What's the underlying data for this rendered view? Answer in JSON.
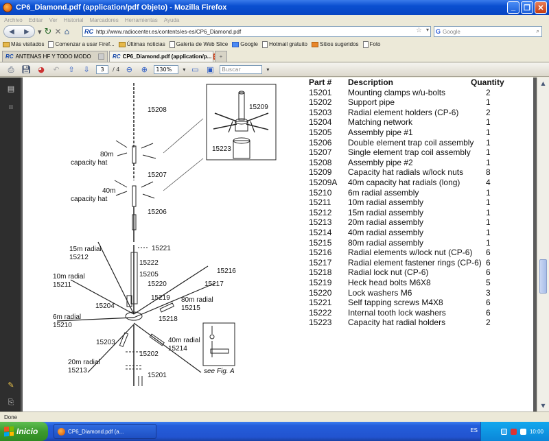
{
  "window": {
    "title": "CP6_Diamond.pdf (application/pdf Objeto) - Mozilla Firefox"
  },
  "menu": [
    "Archivo",
    "Editar",
    "Ver",
    "Historial",
    "Marcadores",
    "Herramientas",
    "Ayuda"
  ],
  "nav": {
    "url": "http://www.radiocenter.es/contents/es-es/CP6_Diamond.pdf",
    "url_prefix": "RC",
    "search_engine": "G",
    "search_placeholder": "Google"
  },
  "bookmarks": [
    "Más visitados",
    "Comenzar a usar Firef...",
    "Últimas noticias",
    "Galería de Web Slice",
    "Google",
    "Hotmail gratuito",
    "Sitios sugeridos",
    "Foto"
  ],
  "tabs": [
    {
      "label": "ANTENAS HF Y TODO MODO",
      "prefix": "RC"
    },
    {
      "label": "CP6_Diamond.pdf (application/p...",
      "prefix": "RC",
      "active": true
    }
  ],
  "pdf_toolbar": {
    "page": "3",
    "total": "/ 4",
    "zoom": "130%",
    "search_placeholder": "Buscar"
  },
  "parts": {
    "headers": {
      "part": "Part #",
      "description": "Description",
      "quantity": "Quantity"
    },
    "rows": [
      {
        "part": "15201",
        "description": "Mounting clamps w/u-bolts",
        "qty": "2"
      },
      {
        "part": "15202",
        "description": "Support pipe",
        "qty": "1"
      },
      {
        "part": "15203",
        "description": "Radial element holders (CP-6)",
        "qty": "2"
      },
      {
        "part": "15204",
        "description": "Matching network",
        "qty": "1"
      },
      {
        "part": "15205",
        "description": "Assembly pipe #1",
        "qty": "1"
      },
      {
        "part": "15206",
        "description": "Double element trap coil assembly",
        "qty": "1"
      },
      {
        "part": "15207",
        "description": "Single element trap coil assembly",
        "qty": "1"
      },
      {
        "part": "15208",
        "description": "Assembly pipe #2",
        "qty": "1"
      },
      {
        "part": "15209",
        "description": "Capacity hat radials w/lock nuts",
        "qty": "8"
      },
      {
        "part": "15209A",
        "description": "40m capacity hat radials (long)",
        "qty": "4"
      },
      {
        "part": "15210",
        "description": "6m radial assembly",
        "qty": "1"
      },
      {
        "part": "15211",
        "description": "10m radial assembly",
        "qty": "1"
      },
      {
        "part": "15212",
        "description": "15m radial assembly",
        "qty": "1"
      },
      {
        "part": "15213",
        "description": "20m radial assembly",
        "qty": "1"
      },
      {
        "part": "15214",
        "description": "40m radial assembly",
        "qty": "1"
      },
      {
        "part": "15215",
        "description": "80m radial assembly",
        "qty": "1"
      },
      {
        "part": "15216",
        "description": "Radial elements w/lock nut (CP-6)",
        "qty": "6"
      },
      {
        "part": "15217",
        "description": "Radial element fastener rings (CP-6)",
        "qty": "6"
      },
      {
        "part": "15218",
        "description": "Radial lock nut (CP-6)",
        "qty": "6"
      },
      {
        "part": "15219",
        "description": "Heck head bolts M6X8",
        "qty": "5"
      },
      {
        "part": "15220",
        "description": "Lock washers M6",
        "qty": "3"
      },
      {
        "part": "15221",
        "description": "Self tapping screws M4X8",
        "qty": "6"
      },
      {
        "part": "15222",
        "description": "Internal tooth lock washers",
        "qty": "6"
      },
      {
        "part": "15223",
        "description": "Capacity hat radial holders",
        "qty": "2"
      }
    ]
  },
  "diagram": {
    "labels": {
      "p15208": "15208",
      "hat80_a": "80m",
      "hat80_b": "capacity hat",
      "p15207": "15207",
      "hat40_a": "40m",
      "hat40_b": "capacity hat",
      "p15206": "15206",
      "p15209": "15209",
      "p15223": "15223",
      "r15m_a": "15m radial",
      "r15m_b": "15212",
      "p15221": "15221",
      "p15222": "15222",
      "p15205": "15205",
      "p15220": "15220",
      "p15216": "15216",
      "p15217": "15217",
      "r10m_a": "10m radial",
      "r10m_b": "15211",
      "p15219": "15219",
      "r80m_a": "80m radial",
      "r80m_b": "15215",
      "p15204": "15204",
      "p15218": "15218",
      "r6m_a": "6m radial",
      "r6m_b": "15210",
      "p15203": "15203",
      "r40m_a": "40m radial",
      "r40m_b": "15214",
      "p15202": "15202",
      "r20m_a": "20m radial",
      "r20m_b": "15213",
      "p15201": "15201",
      "seefig": "see Fig. A"
    }
  },
  "status": "Done",
  "taskbar": {
    "start": "Inicio",
    "item": "CP6_Diamond.pdf (a...",
    "lang": "ES",
    "time": "10:00"
  }
}
